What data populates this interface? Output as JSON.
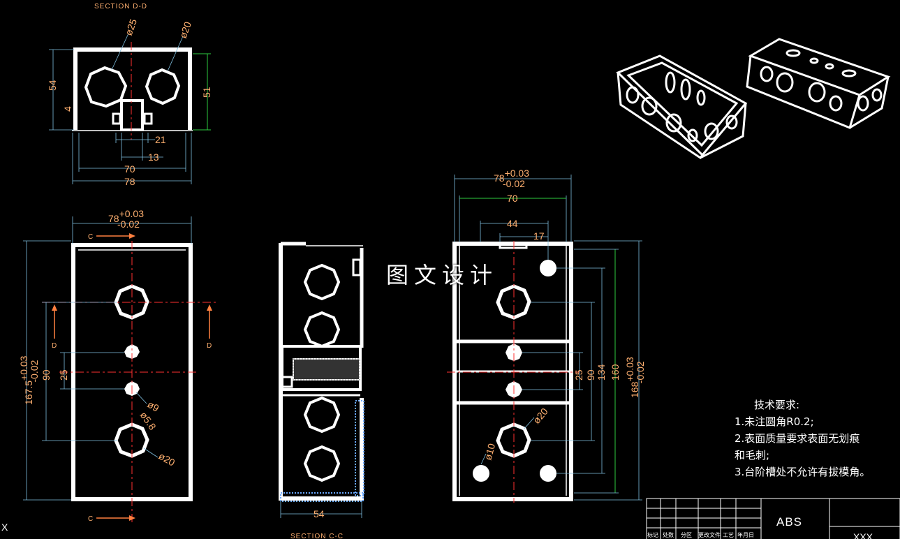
{
  "section_labels": {
    "dd": "SECTION D-D",
    "cc": "SECTION C-C"
  },
  "section_marks": {
    "c_top": "C",
    "c_bottom": "C",
    "d_left": "D",
    "d_right": "D",
    "x_corner": "X"
  },
  "top_view": {
    "holes": {
      "d25": "ø25",
      "d20": "ø20"
    },
    "dims": {
      "height_left": "54",
      "height_right": "51",
      "gap": "4",
      "w21": "21",
      "w13": "13",
      "w70": "70",
      "w78": "78"
    }
  },
  "front_view": {
    "width_nominal": "78",
    "width_tol_upper": "+0.03",
    "width_tol_lower": "-0.02",
    "height_nominal": "167.5",
    "height_tol_upper": "+0.03",
    "height_tol_lower": "-0.02",
    "dims": {
      "d90": "90",
      "d25": "25"
    },
    "holes": {
      "d9": "ø9",
      "d5_8": "ø5.8",
      "d20": "ø20"
    }
  },
  "section_cc": {
    "dims": {
      "width": "54"
    }
  },
  "side_view": {
    "width_nominal": "78",
    "width_tol_upper": "+0.03",
    "width_tol_lower": "-0.02",
    "height_nominal": "168",
    "height_tol_upper": "+0.03",
    "height_tol_lower": "-0.02",
    "dims": {
      "w70": "70",
      "w44": "44",
      "w17": "17",
      "h25": "25",
      "h90": "90",
      "h134": "134",
      "h160": "160"
    },
    "holes": {
      "d20": "ø20",
      "d10": "ø10"
    }
  },
  "watermark": "图文设计",
  "tech_notes": {
    "title": "技术要求:",
    "items": [
      "1.未注圆角R0.2;",
      "2.表面质量要求表面无划痕",
      "和毛刺;",
      "3.台阶槽处不允许有拔模角。"
    ]
  },
  "title_block": {
    "material": "ABS",
    "headers": [
      "标记",
      "处数",
      "分区",
      "更改文件",
      "工艺",
      "年月日"
    ],
    "drawing_no": "XXX"
  }
}
